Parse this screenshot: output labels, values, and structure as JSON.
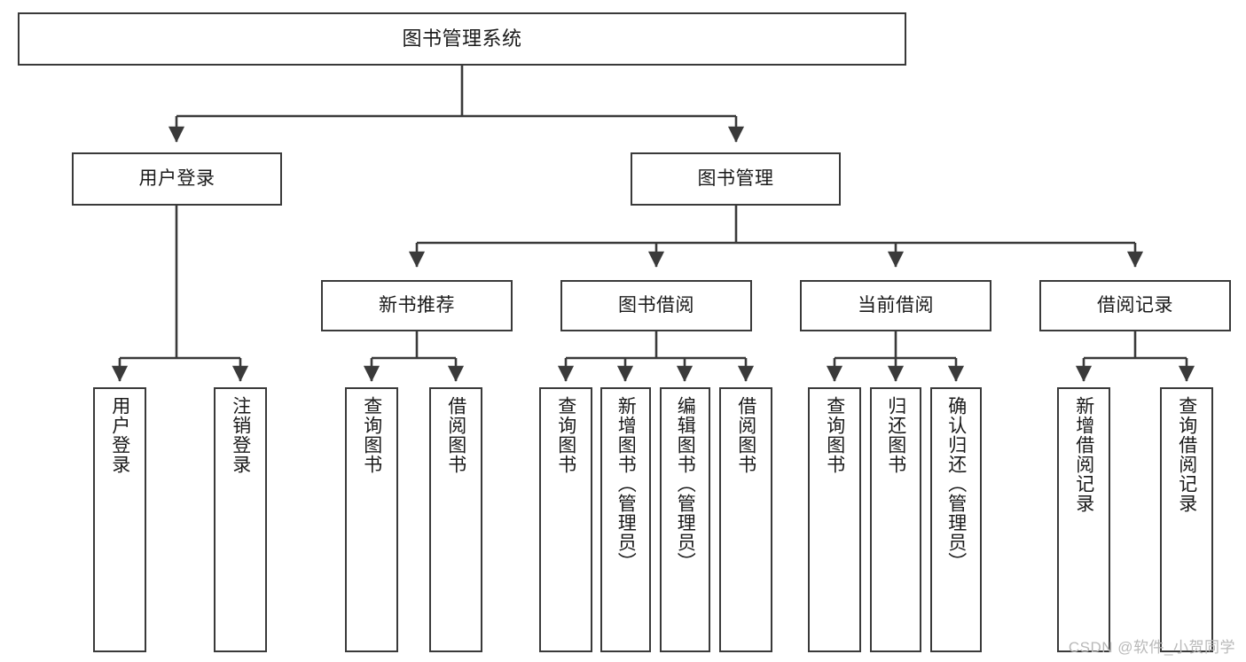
{
  "diagram": {
    "title": "图书管理系统",
    "type": "tree-hierarchy-chart",
    "watermark": "CSDN @软件_小贺同学",
    "colors": {
      "node_border": "#3a3a3a",
      "node_fill": "#ffffff",
      "edge": "#3a3a3a",
      "text": "#1a1a1a",
      "watermark": "#b9b9b9",
      "background": "#ffffff"
    },
    "root": {
      "label": "图书管理系统"
    },
    "level2": [
      {
        "id": "user-login",
        "label": "用户登录"
      },
      {
        "id": "book-manage",
        "label": "图书管理"
      }
    ],
    "level3": [
      {
        "id": "new-book-recommend",
        "label": "新书推荐"
      },
      {
        "id": "book-borrow",
        "label": "图书借阅"
      },
      {
        "id": "current-borrow",
        "label": "当前借阅"
      },
      {
        "id": "borrow-record",
        "label": "借阅记录"
      }
    ],
    "leaves": {
      "user_login": [
        {
          "id": "leaf-user-login",
          "label": "用户登录"
        },
        {
          "id": "leaf-logout-login",
          "label": "注销登录"
        }
      ],
      "new_book_recommend": [
        {
          "id": "leaf-query-book-1",
          "label": "查询图书"
        },
        {
          "id": "leaf-borrow-book-1",
          "label": "借阅图书"
        }
      ],
      "book_borrow": [
        {
          "id": "leaf-query-book-2",
          "label": "查询图书"
        },
        {
          "id": "leaf-add-book",
          "label": "新增图书（管理员）"
        },
        {
          "id": "leaf-edit-book",
          "label": "编辑图书（管理员）"
        },
        {
          "id": "leaf-borrow-book-2",
          "label": "借阅图书"
        }
      ],
      "current_borrow": [
        {
          "id": "leaf-query-book-3",
          "label": "查询图书"
        },
        {
          "id": "leaf-return-book",
          "label": "归还图书"
        },
        {
          "id": "leaf-confirm-return",
          "label": "确认归还（管理员）"
        }
      ],
      "borrow_record": [
        {
          "id": "leaf-add-record",
          "label": "新增借阅记录"
        },
        {
          "id": "leaf-query-record",
          "label": "查询借阅记录"
        }
      ]
    }
  }
}
